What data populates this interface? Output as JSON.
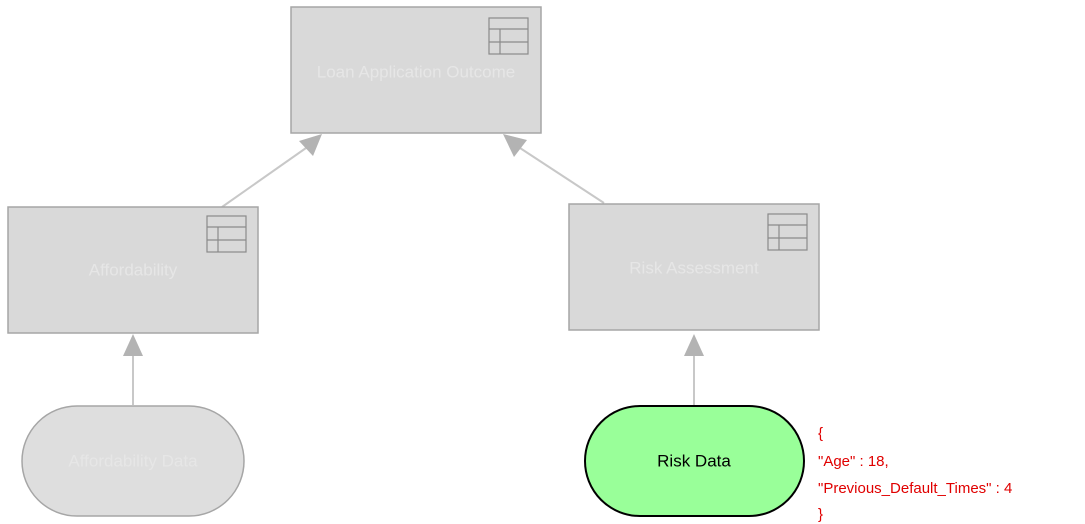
{
  "nodes": {
    "top_decision": {
      "label": "Loan Application Outcome",
      "icon": "decision-table-icon"
    },
    "affordability": {
      "label": "Affordability",
      "icon": "decision-table-icon"
    },
    "risk_assessment": {
      "label": "Risk Assessment",
      "icon": "decision-table-icon"
    },
    "affordability_data": {
      "label": "Affordability Data"
    },
    "risk_data": {
      "label": "Risk Data"
    }
  },
  "annotation": {
    "lines": [
      "{",
      "\"Age\" : 18,",
      "\"Previous_Default_Times\" : 4",
      "}"
    ]
  },
  "colors": {
    "active_input_fill": "#99ff99",
    "annotation_text": "#e00000",
    "dim_fill": "#d9d9d9"
  }
}
